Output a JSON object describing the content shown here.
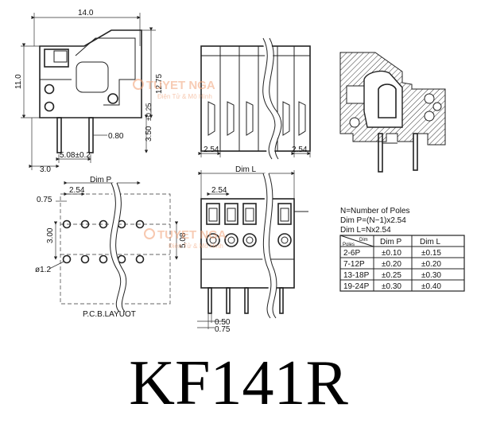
{
  "title": "KF141R",
  "side_view": {
    "width_dim": "14.0",
    "height_dim": "11.0",
    "height2_dim": "12.75",
    "pin_len_dim": "3.50",
    "pin_len_tol": "±0.25",
    "pin_w_dim": "0.80",
    "pitch_dim": "5.08±0.2",
    "offset_dim": "3.0"
  },
  "front_view": {
    "left_dim": "2.54",
    "right_dim": "2.54"
  },
  "pcb_layout": {
    "label": "P.C.B.LAYUOT",
    "dim_p": "Dim P",
    "pitch": "2.54",
    "offset": "0.75",
    "row_dim": "3.00",
    "row2_dim": "5.08",
    "hole_dia": "ø1.2"
  },
  "top_view": {
    "dim_l": "Dim L",
    "pitch": "2.54",
    "pin_dim_1": "0.50",
    "pin_dim_2": "0.75"
  },
  "formula": {
    "line1": "N=Number of Poles",
    "line2": "Dim P=(N−1)x2.54",
    "line3": "Dim L=Nx2.54"
  },
  "tolerance_table": {
    "corner_top": "Dim",
    "corner_bottom": "Poles",
    "headers": [
      "Dim P",
      "Dim L"
    ],
    "rows": [
      {
        "poles": "2-6P",
        "dim_p": "±0.10",
        "dim_l": "±0.15"
      },
      {
        "poles": "7-12P",
        "dim_p": "±0.20",
        "dim_l": "±0.20"
      },
      {
        "poles": "13-18P",
        "dim_p": "±0.25",
        "dim_l": "±0.30"
      },
      {
        "poles": "19-24P",
        "dim_p": "±0.30",
        "dim_l": "±0.40"
      }
    ]
  },
  "watermark": {
    "brand": "TUYET NGA",
    "sub": "Điện Tử & Mô Hình"
  }
}
